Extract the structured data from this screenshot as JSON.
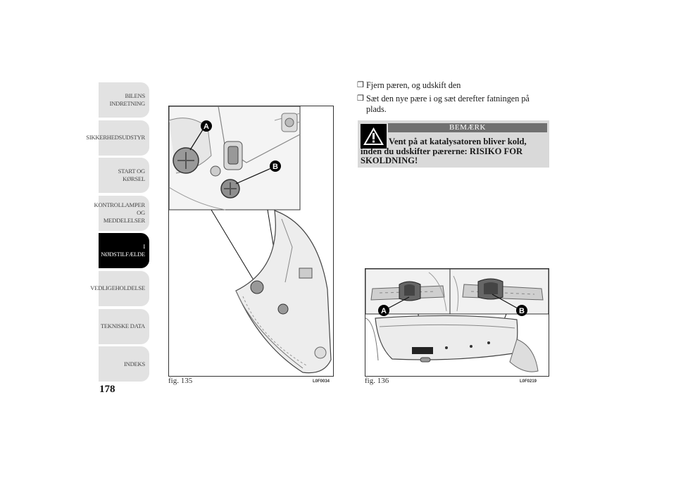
{
  "sidebar": {
    "tabs": [
      {
        "label": "BILENS\nINDRETNING",
        "active": false
      },
      {
        "label": "SIKKERHEDSUDSTYR",
        "active": false
      },
      {
        "label": "START OG KØRSEL",
        "active": false
      },
      {
        "label": "KONTROLLAMPER\nOG MEDDELELSER",
        "active": false
      },
      {
        "label": "I NØDSTILFÆLDE",
        "active": true
      },
      {
        "label": "VEDLIGEHOLDELSE",
        "active": false
      },
      {
        "label": "TEKNISKE DATA",
        "active": false
      },
      {
        "label": "INDEKS",
        "active": false
      }
    ]
  },
  "page_number": "178",
  "figures": {
    "fig135": {
      "caption": "fig. 135",
      "code": "L0F0034",
      "label_a": "A",
      "label_b": "B"
    },
    "fig136": {
      "caption": "fig. 136",
      "code": "L0F0219",
      "label_a": "A",
      "label_b": "B"
    }
  },
  "instructions": {
    "bullet_glyph": "❒",
    "items": [
      "Fjern pæren, og udskift den",
      "Sæt den nye pære i og sæt derefter fatningen på plads."
    ]
  },
  "warning": {
    "title": "BEMÆRK",
    "text": "Vent på at katalysatoren bliver kold, inden du udskifter pærerne: RISIKO FOR SKOLDNING!",
    "icon": "warning-triangle-icon",
    "colors": {
      "box": "#d9d9d9",
      "title_bar": "#707070"
    }
  }
}
